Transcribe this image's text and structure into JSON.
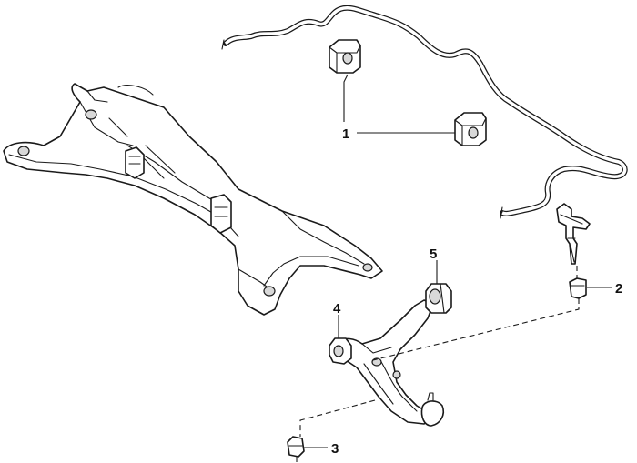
{
  "callouts": [
    {
      "id": "1",
      "label": "1"
    },
    {
      "id": "2",
      "label": "2"
    },
    {
      "id": "3",
      "label": "3"
    },
    {
      "id": "4",
      "label": "4"
    },
    {
      "id": "5",
      "label": "5"
    }
  ],
  "colors": {
    "line": "#1a1a1a",
    "background": "#ffffff",
    "shade": "#d8d8d8"
  }
}
